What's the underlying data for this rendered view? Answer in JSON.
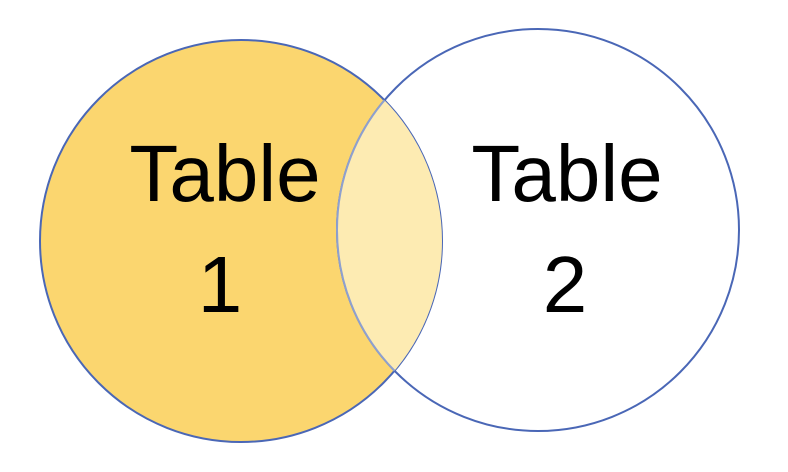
{
  "venn": {
    "sets": [
      {
        "label_line1": "Table",
        "label_line2": "1",
        "fill_color": "#FBD66F",
        "outline_color": "#4A67B6"
      },
      {
        "label_line1": "Table",
        "label_line2": "2",
        "fill_color": "#FFFFFF",
        "outline_color": "#4A67B6"
      }
    ],
    "intersection_fill_color": "#FDEBB2",
    "intersection_outline_color": "#8EA0CF"
  }
}
